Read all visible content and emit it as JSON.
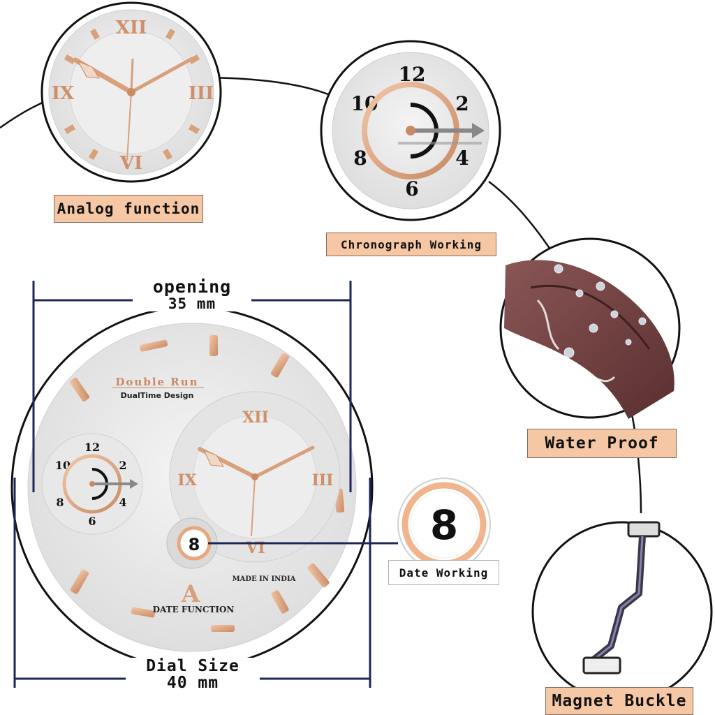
{
  "features": {
    "analog": {
      "label": "Analog function"
    },
    "chrono": {
      "label": "Chronograph Working"
    },
    "water": {
      "label": "Water Proof"
    },
    "buckle": {
      "label": "Magnet Buckle"
    },
    "date": {
      "label": "Date Working",
      "number": "8"
    }
  },
  "dimensions": {
    "opening": {
      "label": "opening",
      "value": "35 mm"
    },
    "dial": {
      "label": "Dial Size",
      "value": "40 mm"
    }
  },
  "dial": {
    "brand": "Double Run",
    "tagline": "DualTime Design",
    "origin": "MADE IN INDIA",
    "function_label": "DATE FUNCTION",
    "logo_letter": "A",
    "date_number": "8",
    "roman": {
      "xii": "XII",
      "iii": "III",
      "vi": "VI",
      "ix": "IX"
    },
    "sub_numbers": {
      "n12": "12",
      "n2": "2",
      "n4": "4",
      "n6": "6",
      "n8": "8",
      "n10": "10"
    }
  },
  "colors": {
    "accent": "#f5c7a4",
    "rose_gold": "#d9a07c",
    "dial_gray": "#e8e8e8",
    "dim_line": "#1b2757",
    "strap": "#6b3c3c"
  }
}
